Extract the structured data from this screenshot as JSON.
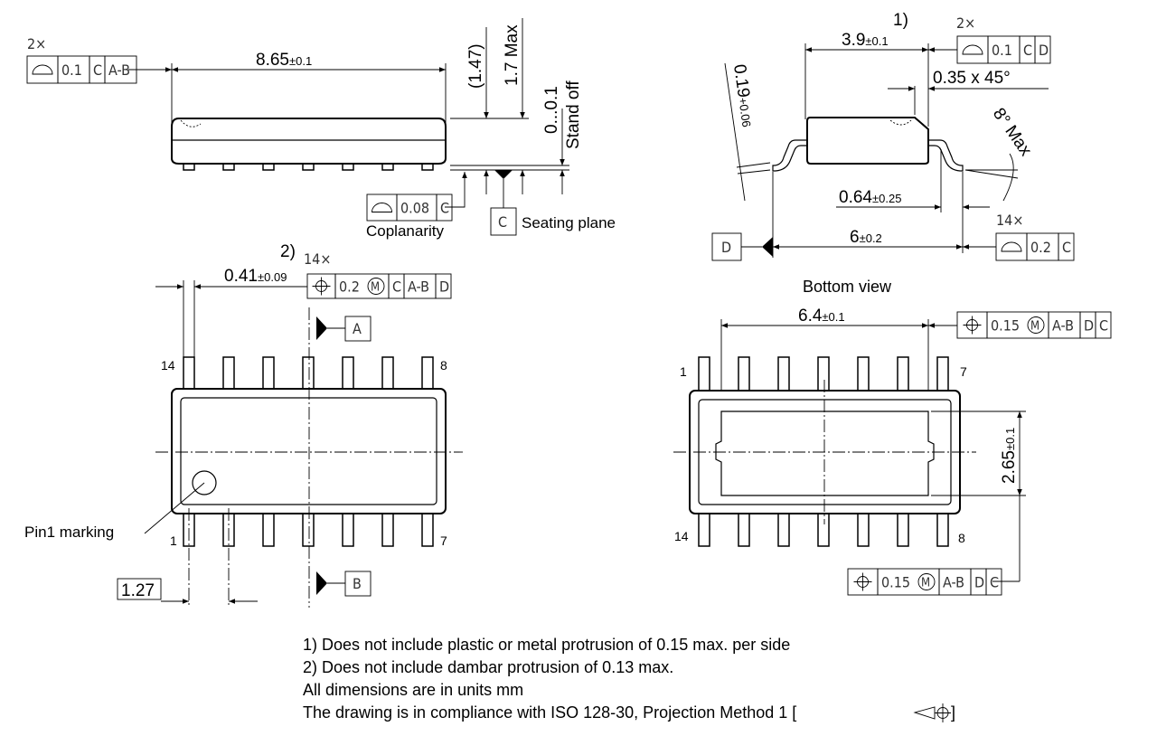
{
  "side_view": {
    "length": "8.65",
    "length_tol": "±0.1",
    "height_ref": "(1.47)",
    "height_max": "1.7 Max",
    "standoff": "0...0.1",
    "standoff_label": "Stand off",
    "mult_2x": "2×",
    "fcf_profile": [
      "profile-of-surface",
      "0.1",
      "C",
      "A-B"
    ],
    "fcf_coplanarity": [
      "profile-of-surface",
      "0.08",
      "C"
    ],
    "coplanarity_label": "Coplanarity",
    "datum_c": "C",
    "seating_plane_label": "Seating plane"
  },
  "end_view": {
    "note_ref": "1)",
    "width": "3.9",
    "width_tol": "±0.1",
    "mult_2x": "2×",
    "fcf_profile": [
      "profile-of-surface",
      "0.1",
      "C",
      "D"
    ],
    "chamfer": "0.35 x 45°",
    "lead_thickness": "0.19",
    "lead_thickness_tol": "+0.06",
    "angle": "8° Max",
    "foot_length": "0.64",
    "foot_length_tol": "±0.25",
    "span": "6",
    "span_tol": "±0.2",
    "datum_d": "D",
    "mult_14x": "14×",
    "fcf_span": [
      "profile-of-surface",
      "0.2",
      "C"
    ]
  },
  "top_view": {
    "note_ref": "2)",
    "mult_14x": "14×",
    "lead_width": "0.41",
    "lead_width_tol": "±0.09",
    "fcf_position": [
      "position",
      "0.2",
      "M",
      "C",
      "A-B",
      "D"
    ],
    "datum_a": "A",
    "datum_b": "B",
    "pin_14": "14",
    "pin_8": "8",
    "pin_1": "1",
    "pin_7": "7",
    "pin1_marking_label": "Pin1 marking",
    "pitch": "1.27"
  },
  "bottom_view": {
    "title": "Bottom view",
    "pad_width": "6.4",
    "pad_width_tol": "±0.1",
    "fcf_pad_width": [
      "position",
      "0.15",
      "M",
      "A-B",
      "D",
      "C"
    ],
    "pad_height": "2.65",
    "pad_height_tol": "±0.1",
    "fcf_pad_height": [
      "position",
      "0.15",
      "M",
      "A-B",
      "D",
      "C"
    ],
    "pin_1": "1",
    "pin_7": "7",
    "pin_14": "14",
    "pin_8": "8"
  },
  "notes": [
    "1) Does not include plastic or metal protrusion of 0.15 max. per side",
    "2) Does not include dambar protrusion of 0.13 max.",
    "All dimensions are in units mm",
    "The drawing is in compliance with ISO 128-30, Projection Method 1 ["
  ],
  "notes_end": "]",
  "pins_per_side": 7
}
